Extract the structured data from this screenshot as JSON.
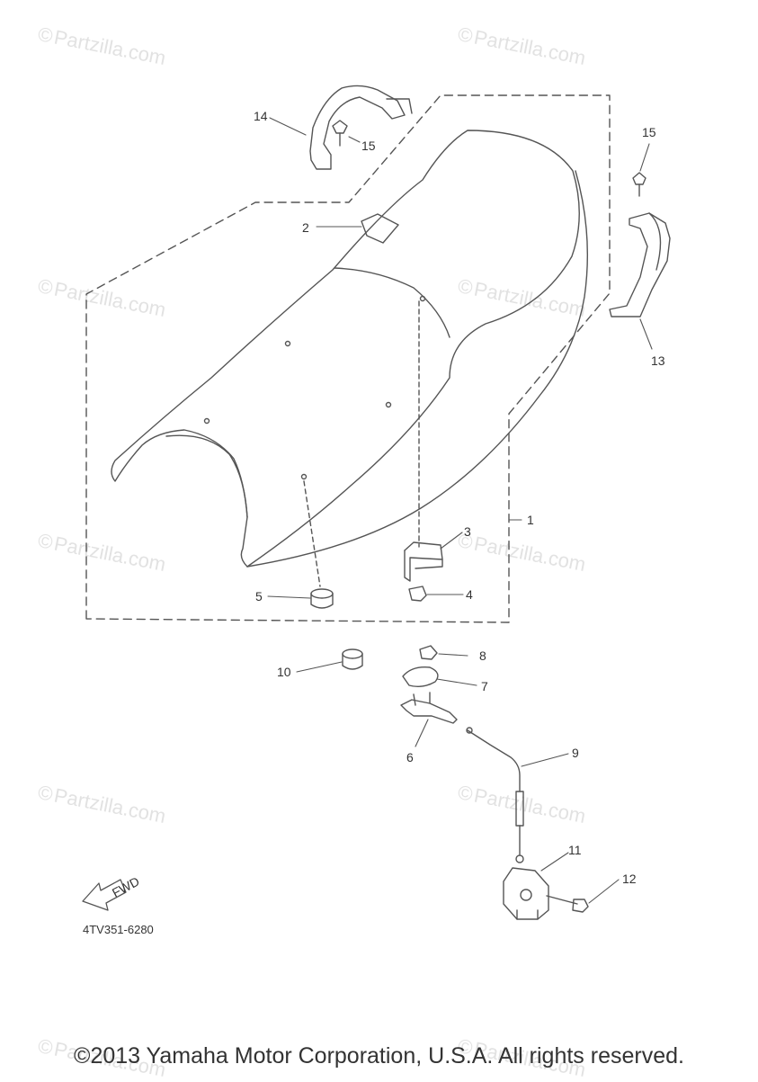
{
  "watermark": {
    "text": "Partzilla.com",
    "symbol": "©"
  },
  "diagram_code": "4TV351-6280",
  "fwd_label": "FWD",
  "copyright": "©2013 Yamaha Motor Corporation, U.S.A. All rights reserved.",
  "callouts": {
    "c1": "1",
    "c2": "2",
    "c3": "3",
    "c4": "4",
    "c5": "5",
    "c6": "6",
    "c7": "7",
    "c8": "8",
    "c9": "9",
    "c10": "10",
    "c11": "11",
    "c12": "12",
    "c13": "13",
    "c14": "14",
    "c15a": "15",
    "c15b": "15"
  },
  "colors": {
    "line": "#555555",
    "text": "#333333",
    "watermark": "#e2e2e2"
  }
}
